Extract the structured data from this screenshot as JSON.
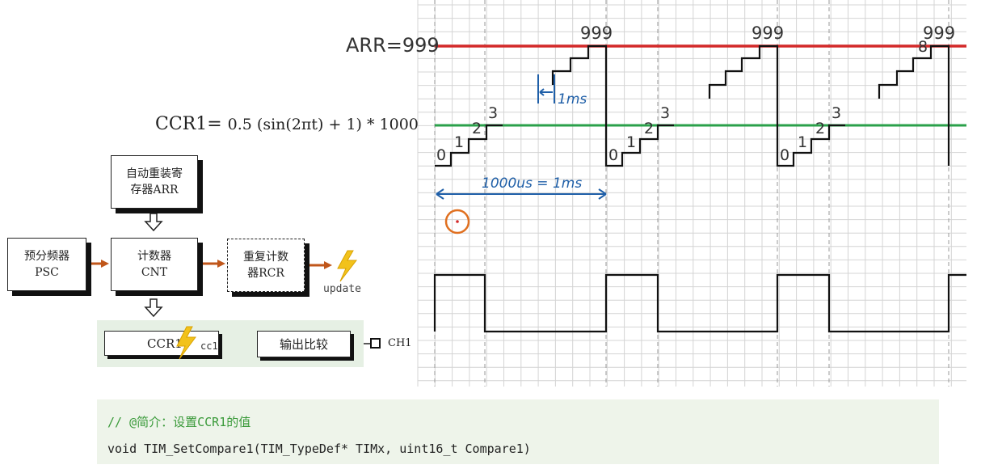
{
  "timing": {
    "arr_label": "ARR=999",
    "ccr1_label": "CCR1=",
    "ccr1_formula": "0.5 (sin(2πt) + 1) * 1000",
    "peak_labels": [
      "999",
      "999",
      "999"
    ],
    "step_labels": [
      "0",
      "1",
      "2",
      "3"
    ],
    "step_label_8": "8",
    "annotation_1ms": "1ms",
    "annotation_period": "1000us = 1ms",
    "colors": {
      "arr_line": "#d42a2a",
      "ccr_line": "#2aa04a",
      "annotation": "#1f5fa8",
      "cursor": "#e07020"
    }
  },
  "blocks": {
    "arr_register": "自动重装寄\n存器ARR",
    "prescaler": "预分频器\nPSC",
    "counter": "计数器\nCNT",
    "repetition": "重复计数\n器RCR",
    "update": "update",
    "ccr1": "CCR1",
    "cc1": "cc1",
    "output_compare": "输出比较",
    "ch1": "CH1",
    "colors": {
      "arrow": "#c0561a",
      "bolt": "#f2c21b"
    }
  },
  "code": {
    "comment": "// @简介：设置CCR1的值",
    "signature": "void TIM_SetCompare1(TIM_TypeDef* TIMx, uint16_t Compare1)"
  }
}
